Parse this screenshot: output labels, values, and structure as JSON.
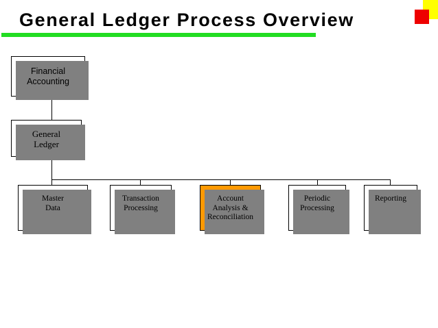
{
  "slide": {
    "title": "General Ledger Process Overview",
    "accent_rule_color": "#22dd22",
    "corner_yellow_color": "#ffff00",
    "corner_red_color": "#ee0000"
  },
  "diagram": {
    "nodes": [
      {
        "id": "financial-accounting",
        "label": "Financial\nAccounting",
        "level": "root",
        "fill": "#ffffff"
      },
      {
        "id": "general-ledger",
        "label": "General\nLedger",
        "level": "parent",
        "fill": "#ffffff"
      },
      {
        "id": "master-data",
        "label": "Master\nData",
        "level": "leaf",
        "fill": "#ffffff"
      },
      {
        "id": "transaction-processing",
        "label": "Transaction\nProcessing",
        "level": "leaf",
        "fill": "#ffffff"
      },
      {
        "id": "account-analysis",
        "label": "Account\nAnalysis &\nReconciliation",
        "level": "leaf",
        "fill": "#ff9900",
        "highlighted": true
      },
      {
        "id": "periodic-processing",
        "label": "Periodic\nProcessing",
        "level": "leaf",
        "fill": "#ffffff"
      },
      {
        "id": "reporting",
        "label": "Reporting",
        "level": "leaf",
        "fill": "#ffffff"
      }
    ],
    "highlight_color": "#ff9900",
    "shadow_color": "#808080"
  }
}
